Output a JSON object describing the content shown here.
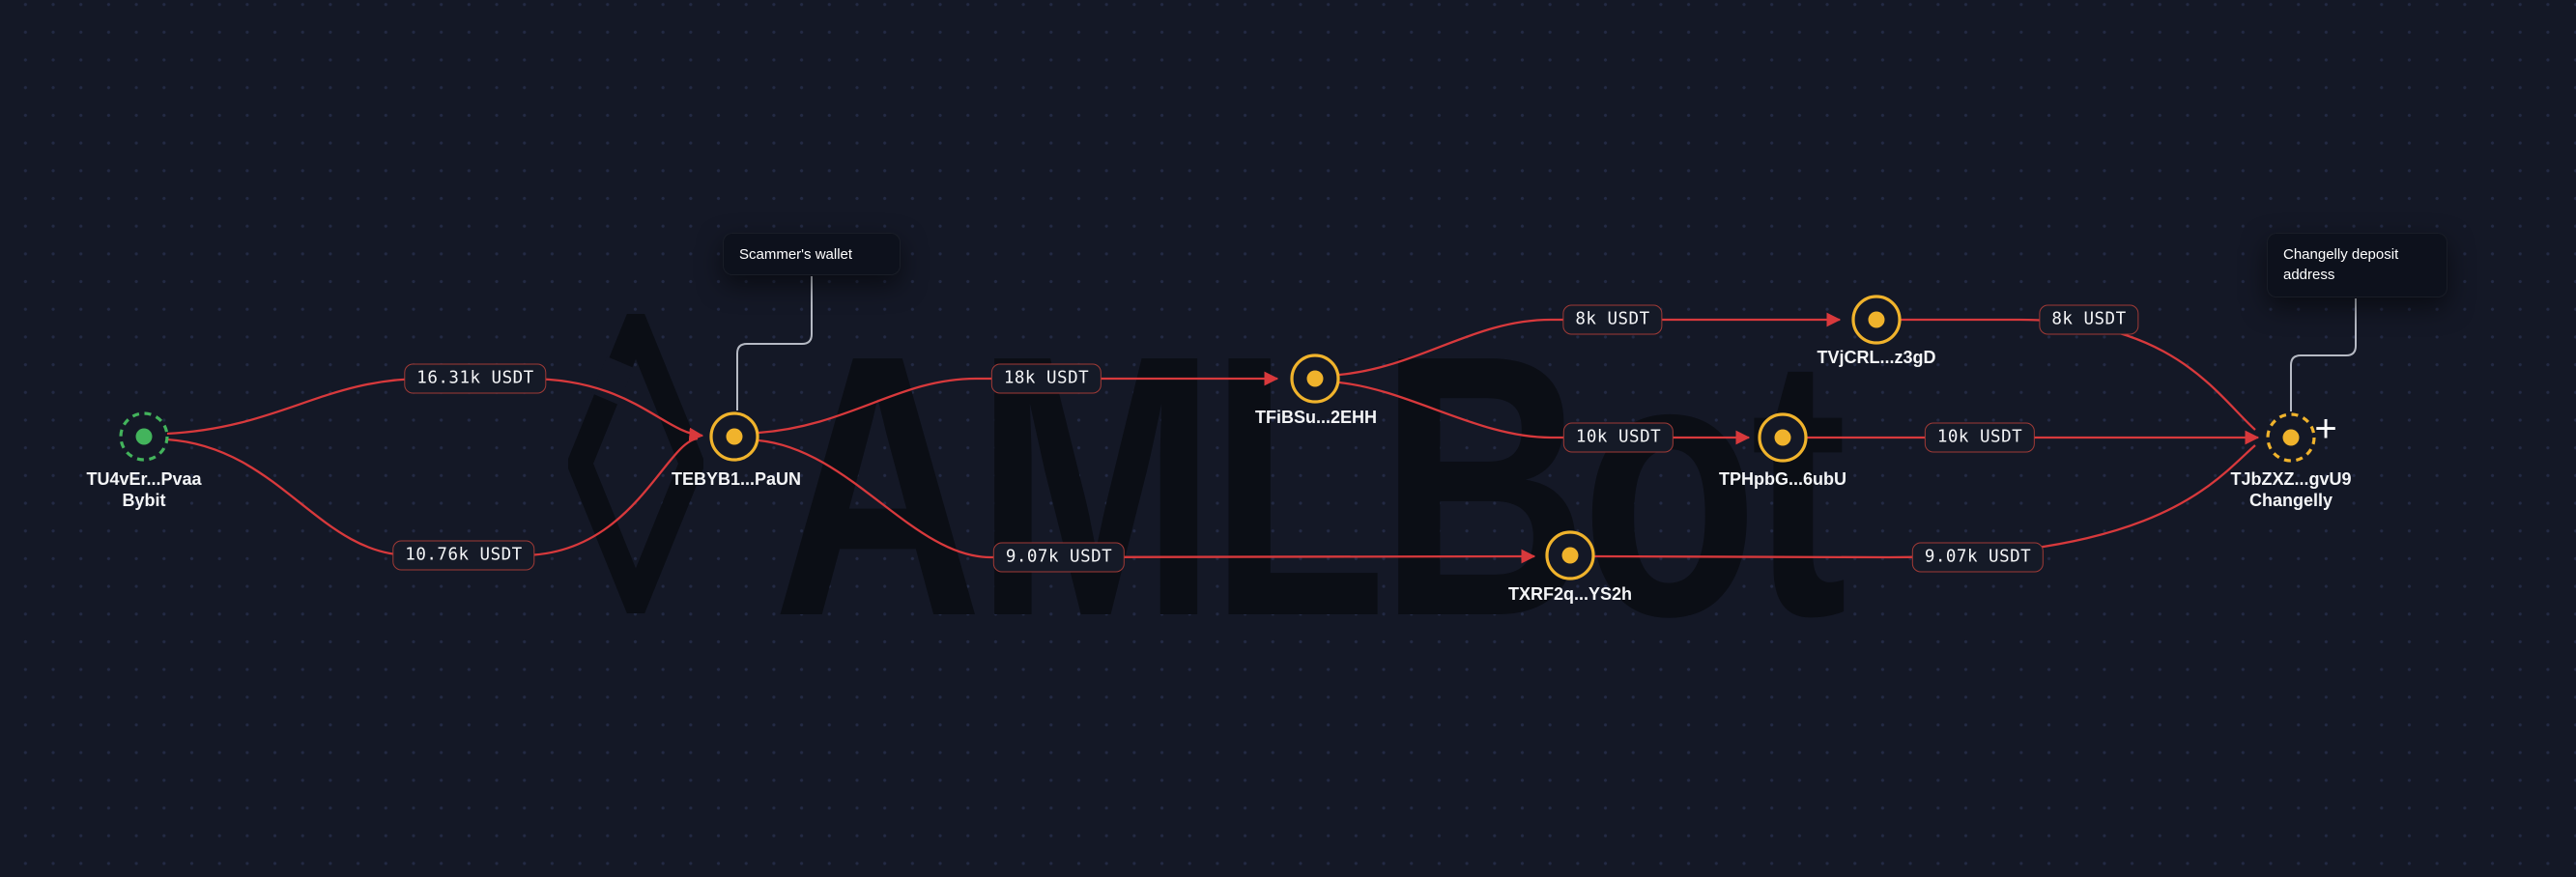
{
  "watermark": {
    "brand": "AMLBot"
  },
  "colors": {
    "background": "#141826",
    "edge_red": "#d8393c",
    "node_amber": "#f0b32c",
    "node_green": "#43b45c",
    "pill_border": "#a03a36",
    "label_text": "#f4f5f7",
    "tooltip_bg": "#0d111c",
    "connector_gray": "#b6bac4",
    "watermark_color": "#0b0e15"
  },
  "nodes": [
    {
      "address": "TU4vEr...Pvaa",
      "exchange": "Bybit"
    },
    {
      "address": "TEBYB1...PaUN",
      "exchange": ""
    },
    {
      "address": "TFiBSu...2EHH",
      "exchange": ""
    },
    {
      "address": "TVjCRL...z3gD",
      "exchange": ""
    },
    {
      "address": "TPHpbG...6ubU",
      "exchange": ""
    },
    {
      "address": "TXRF2q...YS2h",
      "exchange": ""
    },
    {
      "address": "TJbZXZ...gvU9",
      "exchange": "Changelly"
    }
  ],
  "edges": [
    {
      "from": "TU4vEr...Pvaa",
      "to": "TEBYB1...PaUN",
      "amount": "16.31k USDT"
    },
    {
      "from": "TU4vEr...Pvaa",
      "to": "TEBYB1...PaUN",
      "amount": "10.76k USDT"
    },
    {
      "from": "TEBYB1...PaUN",
      "to": "TFiBSu...2EHH",
      "amount": "18k USDT"
    },
    {
      "from": "TEBYB1...PaUN",
      "to": "TXRF2q...YS2h",
      "amount": "9.07k USDT"
    },
    {
      "from": "TFiBSu...2EHH",
      "to": "TVjCRL...z3gD",
      "amount": "8k USDT"
    },
    {
      "from": "TVjCRL...z3gD",
      "to": "TJbZXZ...gvU9",
      "amount": "8k USDT"
    },
    {
      "from": "TFiBSu...2EHH",
      "to": "TPHpbG...6ubU",
      "amount": "10k USDT"
    },
    {
      "from": "TPHpbG...6ubU",
      "to": "TJbZXZ...gvU9",
      "amount": "10k USDT"
    },
    {
      "from": "TXRF2q...YS2h",
      "to": "TJbZXZ...gvU9",
      "amount": "9.07k USDT"
    }
  ],
  "tooltips": [
    {
      "text": "Scammer's wallet"
    },
    {
      "text": "Changelly deposit address"
    }
  ],
  "plus_button": {
    "glyph": "+"
  }
}
